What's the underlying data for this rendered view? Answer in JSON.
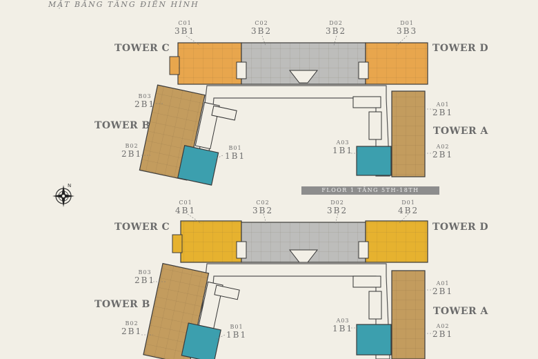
{
  "title": "MẶT BẰNG TẦNG ĐIỂN HÌNH",
  "floor_banner": "FLOOR 1 TẦNG 5TH-18TH",
  "compass_label": "N",
  "colors": {
    "orange": "#e8a64d",
    "gold": "#e6b22f",
    "tan": "#c39c5e",
    "gray": "#bdbdbb",
    "teal": "#3c9fae",
    "wall": "#3a3a3a",
    "text": "#6d6d6d"
  },
  "plans": [
    {
      "towers": [
        {
          "name": "TOWER C"
        },
        {
          "name": "TOWER D"
        },
        {
          "name": "TOWER B"
        },
        {
          "name": "TOWER A"
        }
      ],
      "units": [
        {
          "code": "C01",
          "type": "3B1"
        },
        {
          "code": "C02",
          "type": "3B2"
        },
        {
          "code": "D02",
          "type": "3B2"
        },
        {
          "code": "D01",
          "type": "3B3"
        },
        {
          "code": "B03",
          "type": "2B1"
        },
        {
          "code": "B02",
          "type": "2B1"
        },
        {
          "code": "B01",
          "type": "1B1"
        },
        {
          "code": "A01",
          "type": "2B1"
        },
        {
          "code": "A02",
          "type": "2B1"
        },
        {
          "code": "A03",
          "type": "1B1"
        }
      ]
    },
    {
      "towers": [
        {
          "name": "TOWER C"
        },
        {
          "name": "TOWER D"
        },
        {
          "name": "TOWER B"
        },
        {
          "name": "TOWER A"
        }
      ],
      "units": [
        {
          "code": "C01",
          "type": "4B1"
        },
        {
          "code": "C02",
          "type": "3B2"
        },
        {
          "code": "D02",
          "type": "3B2"
        },
        {
          "code": "D01",
          "type": "4B2"
        },
        {
          "code": "B03",
          "type": "2B1"
        },
        {
          "code": "B02",
          "type": "2B1"
        },
        {
          "code": "B01",
          "type": "1B1"
        },
        {
          "code": "A01",
          "type": "2B1"
        },
        {
          "code": "A02",
          "type": "2B1"
        },
        {
          "code": "A03",
          "type": "1B1"
        }
      ]
    }
  ]
}
